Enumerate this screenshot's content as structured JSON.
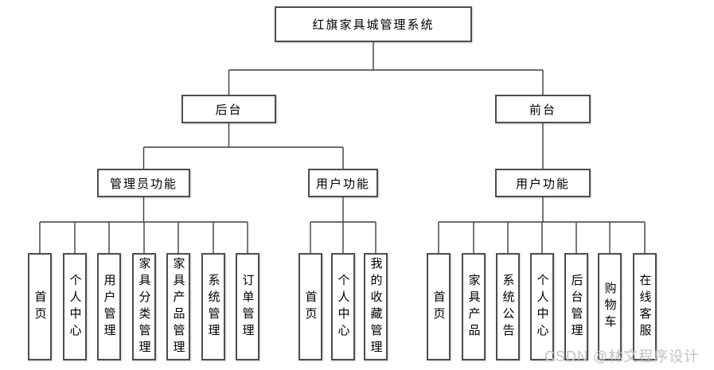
{
  "diagram": {
    "root": {
      "label": "红旗家具城管理系统"
    },
    "backend": {
      "label": "后台"
    },
    "frontend": {
      "label": "前台"
    },
    "admin_functions": {
      "label": "管理员功能"
    },
    "backend_user_functions": {
      "label": "用户功能"
    },
    "frontend_user_functions": {
      "label": "用户功能"
    },
    "admin_leaves": [
      "首页",
      "个人中心",
      "用户管理",
      "家具分类管理",
      "家具产品管理",
      "系统管理",
      "订单管理"
    ],
    "backend_user_leaves": [
      "首页",
      "个人中心",
      "我的收藏管理"
    ],
    "frontend_user_leaves": [
      "首页",
      "家具产品",
      "系统公告",
      "个人中心",
      "后台管理",
      "购物车",
      "在线客服"
    ],
    "watermark": "CSDN @林文程序设计",
    "colors": {
      "line": "#3f3f3f",
      "border": "#4d4d4d",
      "text": "#000000",
      "watermark": "#c2c2c6",
      "background": "#ffffff"
    }
  }
}
